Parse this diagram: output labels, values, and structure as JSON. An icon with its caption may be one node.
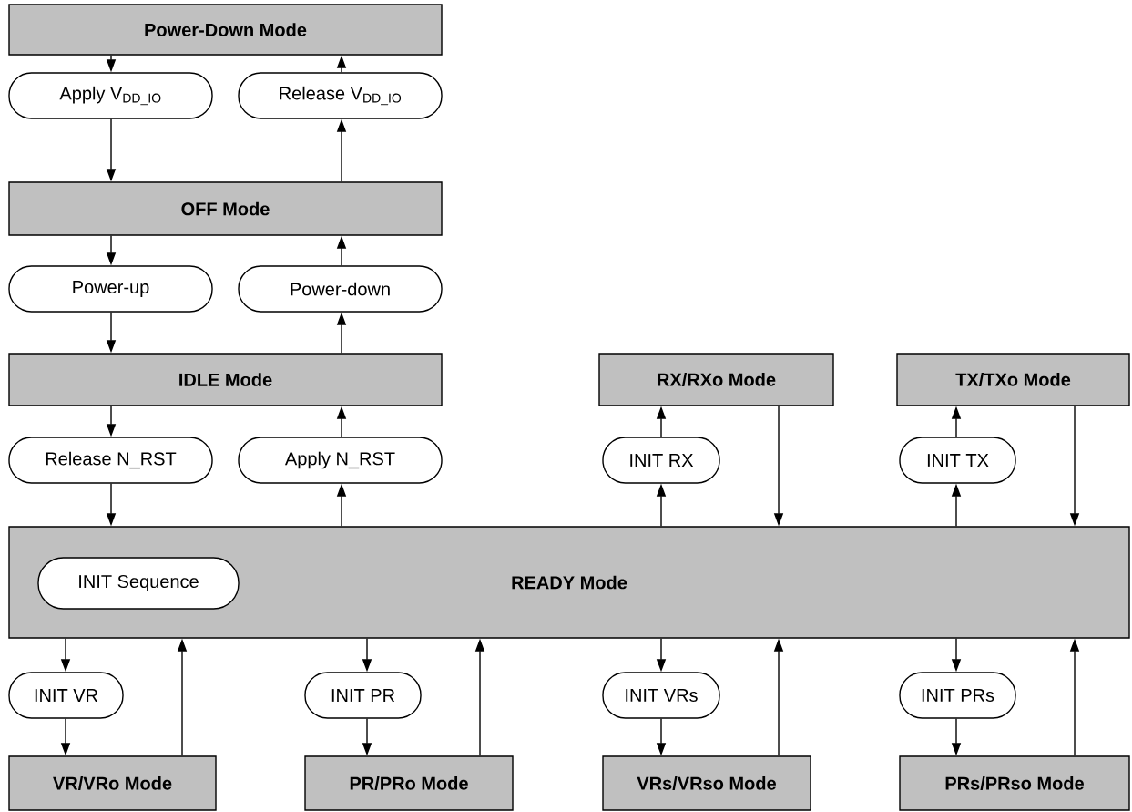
{
  "diagram": {
    "nodes": [
      {
        "text": [
          "Power-Down Mode"
        ]
      },
      {
        "text": [
          "Apply V$_{DD_IO}$"
        ]
      },
      {
        "text": [
          "Release V$_{DD_IO}$"
        ]
      },
      {
        "text": [
          "OFF Mode"
        ]
      },
      {
        "text": [
          "Power-up"
        ]
      },
      {
        "text": [
          "Power-down"
        ]
      },
      {
        "text": [
          "IDLE Mode"
        ]
      },
      {
        "text": [
          "RX/RXo Mode"
        ]
      },
      {
        "text": [
          "TX/TXo Mode"
        ]
      },
      {
        "text": [
          "Release N_RST"
        ]
      },
      {
        "text": [
          "Apply N_RST"
        ]
      },
      {
        "text": [
          "INIT RX"
        ]
      },
      {
        "text": [
          "INIT TX"
        ]
      },
      {
        "text": [
          "READY Mode"
        ]
      },
      {
        "text": [
          "INIT Sequence"
        ],
        "in": 13
      },
      {
        "text": [
          "INIT VR"
        ]
      },
      {
        "text": [
          "INIT PR"
        ]
      },
      {
        "text": [
          "INIT VRs"
        ]
      },
      {
        "text": [
          "INIT PRs"
        ]
      },
      {
        "text": [
          "VR/VRo Mode"
        ]
      },
      {
        "text": [
          "PR/PRo Mode"
        ]
      },
      {
        "text": [
          "VRs/VRso Mode"
        ]
      },
      {
        "text": [
          "PRs/PRso Mode"
        ]
      }
    ],
    "edges": [
      {
        "from": 0,
        "to": 1,
        "arrow": "to"
      },
      {
        "from": 1,
        "to": 3,
        "arrow": "to"
      },
      {
        "from": 3,
        "to": 2,
        "arrow": "to"
      },
      {
        "from": 2,
        "to": 0,
        "arrow": "to"
      },
      {
        "from": 3,
        "to": 4,
        "arrow": "to"
      },
      {
        "from": 4,
        "to": 6,
        "arrow": "to"
      },
      {
        "from": 6,
        "to": 5,
        "arrow": "to"
      },
      {
        "from": 5,
        "to": 3,
        "arrow": "to"
      },
      {
        "from": 6,
        "to": 9,
        "arrow": "to"
      },
      {
        "from": 9,
        "to": 13,
        "arrow": "to"
      },
      {
        "from": 13,
        "to": 10,
        "arrow": "to"
      },
      {
        "from": 10,
        "to": 6,
        "arrow": "to"
      },
      {
        "from": 13,
        "to": 11,
        "arrow": "to"
      },
      {
        "from": 11,
        "to": 7,
        "arrow": "to"
      },
      {
        "from": 7,
        "to": 13,
        "arrow": "to"
      },
      {
        "from": 13,
        "to": 12,
        "arrow": "to"
      },
      {
        "from": 12,
        "to": 8,
        "arrow": "to"
      },
      {
        "from": 8,
        "to": 13,
        "arrow": "to"
      },
      {
        "from": 13,
        "to": 15,
        "arrow": "to"
      },
      {
        "from": 15,
        "to": 19,
        "arrow": "to"
      },
      {
        "from": 19,
        "to": 13,
        "arrow": "to"
      },
      {
        "from": 13,
        "to": 16,
        "arrow": "to"
      },
      {
        "from": 16,
        "to": 20,
        "arrow": "to"
      },
      {
        "from": 20,
        "to": 13,
        "arrow": "to"
      },
      {
        "from": 13,
        "to": 17,
        "arrow": "to"
      },
      {
        "from": 17,
        "to": 21,
        "arrow": "to"
      },
      {
        "from": 21,
        "to": 13,
        "arrow": "to"
      },
      {
        "from": 13,
        "to": 18,
        "arrow": "to"
      },
      {
        "from": 18,
        "to": 22,
        "arrow": "to"
      },
      {
        "from": 22,
        "to": 13,
        "arrow": "to"
      }
    ]
  }
}
